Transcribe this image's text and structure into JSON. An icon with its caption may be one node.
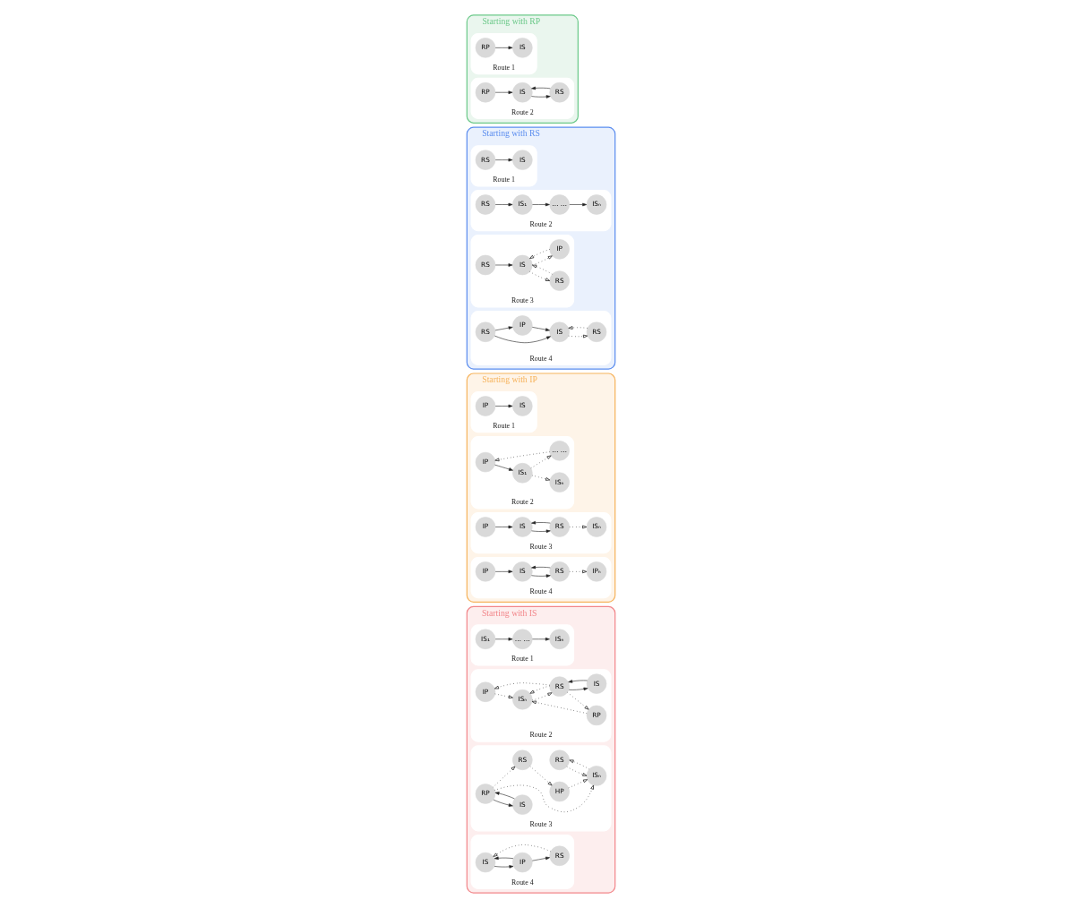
{
  "diagram": {
    "nodes": [
      {
        "text": [
          "Starting with IS"
        ]
      },
      {
        "text": [
          "Route 1"
        ],
        "in": 0
      },
      {
        "text": [
          "IS₁"
        ],
        "in": 1
      },
      {
        "text": [
          "… …"
        ],
        "in": 1
      },
      {
        "text": [
          "ISₙ"
        ],
        "in": 1
      },
      {
        "text": [
          "Route 2"
        ],
        "in": 0
      },
      {
        "text": [
          "IP"
        ],
        "in": 5
      },
      {
        "text": [
          "IS"
        ],
        "in": 5
      },
      {
        "text": [
          "RS"
        ],
        "in": 5
      },
      {
        "text": [
          "ISₙ"
        ],
        "in": 5
      },
      {
        "text": [
          "RP"
        ],
        "in": 5
      },
      {
        "text": [
          "Route 3"
        ],
        "in": 0
      },
      {
        "text": [
          "RS"
        ],
        "in": 11
      },
      {
        "text": [
          "IS"
        ],
        "in": 11
      },
      {
        "text": [
          "RP"
        ],
        "in": 11
      },
      {
        "text": [
          "ISₙ"
        ],
        "in": 11
      },
      {
        "text": [
          "RS"
        ],
        "in": 11
      },
      {
        "text": [
          "HP"
        ],
        "in": 11
      },
      {
        "text": [
          "Route 4"
        ],
        "in": 0
      },
      {
        "text": [
          "IS"
        ],
        "in": 18
      },
      {
        "text": [
          "IP"
        ],
        "in": 18
      },
      {
        "text": [
          "RS"
        ],
        "in": 18
      },
      {
        "text": [
          "Starting with IP"
        ]
      },
      {
        "text": [
          "Route 1"
        ],
        "in": 22
      },
      {
        "text": [
          "IP"
        ],
        "in": 23
      },
      {
        "text": [
          "IS"
        ],
        "in": 23
      },
      {
        "text": [
          "Route 2"
        ],
        "in": 22
      },
      {
        "text": [
          "IP"
        ],
        "in": 26
      },
      {
        "text": [
          "IS₁"
        ],
        "in": 26
      },
      {
        "text": [
          "ISₙ"
        ],
        "in": 26
      },
      {
        "text": [
          "… …"
        ],
        "in": 26
      },
      {
        "text": [
          "Route 3"
        ],
        "in": 22
      },
      {
        "text": [
          "IP"
        ],
        "in": 31
      },
      {
        "text": [
          "IS"
        ],
        "in": 31
      },
      {
        "text": [
          "RS"
        ],
        "in": 31
      },
      {
        "text": [
          "ISₙ"
        ],
        "in": 31
      },
      {
        "text": [
          "Route 4"
        ],
        "in": 22
      },
      {
        "text": [
          "IP"
        ],
        "in": 36
      },
      {
        "text": [
          "IS"
        ],
        "in": 36
      },
      {
        "text": [
          "RS"
        ],
        "in": 36
      },
      {
        "text": [
          "IPₙ"
        ],
        "in": 36
      },
      {
        "text": [
          "Starting with RS"
        ]
      },
      {
        "text": [
          "Route 1"
        ],
        "in": 41
      },
      {
        "text": [
          "RS"
        ],
        "in": 42
      },
      {
        "text": [
          "IS"
        ],
        "in": 42
      },
      {
        "text": [
          "Route 2"
        ],
        "in": 41
      },
      {
        "text": [
          "RS"
        ],
        "in": 45
      },
      {
        "text": [
          "IS₁"
        ],
        "in": 45
      },
      {
        "text": [
          "… …"
        ],
        "in": 45
      },
      {
        "text": [
          "ISₙ"
        ],
        "in": 45
      },
      {
        "text": [
          "Route 3"
        ],
        "in": 41
      },
      {
        "text": [
          "RS"
        ],
        "in": 50
      },
      {
        "text": [
          "IS"
        ],
        "in": 50
      },
      {
        "text": [
          "RS"
        ],
        "in": 50
      },
      {
        "text": [
          "IP"
        ],
        "in": 50
      },
      {
        "text": [
          "Route 4"
        ],
        "in": 41
      },
      {
        "text": [
          "RS"
        ],
        "in": 55
      },
      {
        "text": [
          "IS"
        ],
        "in": 55
      },
      {
        "text": [
          "RS"
        ],
        "in": 55
      },
      {
        "text": [
          "IP"
        ],
        "in": 55
      },
      {
        "text": [
          "Starting with RP"
        ]
      },
      {
        "text": [
          "Route 1"
        ],
        "in": 60
      },
      {
        "text": [
          "RP"
        ],
        "in": 61
      },
      {
        "text": [
          "IS"
        ],
        "in": 61
      },
      {
        "text": [
          "Route 2"
        ],
        "in": 60
      },
      {
        "text": [
          "RP"
        ],
        "in": 64
      },
      {
        "text": [
          "IS"
        ],
        "in": 64
      },
      {
        "text": [
          "RS"
        ],
        "in": 64
      }
    ],
    "edges": [
      {
        "from": 2,
        "to": 3,
        "arrow": "to"
      },
      {
        "from": 3,
        "to": 4,
        "arrow": "to"
      },
      {
        "from": 7,
        "to": 8,
        "arrow": "to"
      },
      {
        "from": 8,
        "to": 7,
        "arrow": "to"
      },
      {
        "from": 8,
        "to": 6,
        "arrow": "to",
        "style": "dashed"
      },
      {
        "from": 6,
        "to": 9,
        "arrow": "to",
        "style": "dashed"
      },
      {
        "from": 8,
        "to": 9,
        "arrow": "to",
        "style": "dashed"
      },
      {
        "from": 9,
        "to": 8,
        "arrow": "to",
        "style": "dashed"
      },
      {
        "from": 8,
        "to": 10,
        "arrow": "to",
        "style": "dashed"
      },
      {
        "from": 10,
        "to": 9,
        "arrow": "to",
        "style": "dashed"
      },
      {
        "from": 13,
        "to": 14,
        "arrow": "to"
      },
      {
        "from": 14,
        "to": 13,
        "arrow": "to"
      },
      {
        "from": 14,
        "to": 15,
        "arrow": "to",
        "style": "dashed"
      },
      {
        "from": 15,
        "to": 12,
        "arrow": "to",
        "style": "dashed"
      },
      {
        "from": 12,
        "to": 15,
        "arrow": "to",
        "style": "dashed"
      },
      {
        "from": 14,
        "to": 16,
        "arrow": "to",
        "style": "dashed"
      },
      {
        "from": 16,
        "to": 17,
        "arrow": "to",
        "style": "dashed"
      },
      {
        "from": 17,
        "to": 15,
        "arrow": "to",
        "style": "dashed"
      },
      {
        "from": 19,
        "to": 20,
        "arrow": "to"
      },
      {
        "from": 20,
        "to": 19,
        "arrow": "to"
      },
      {
        "from": 20,
        "to": 21,
        "arrow": "to"
      },
      {
        "from": 21,
        "to": 19,
        "arrow": "to",
        "style": "dashed"
      },
      {
        "from": 24,
        "to": 25,
        "arrow": "to"
      },
      {
        "from": 27,
        "to": 28,
        "arrow": "to"
      },
      {
        "from": 28,
        "to": 29,
        "arrow": "to",
        "style": "dashed"
      },
      {
        "from": 28,
        "to": 30,
        "arrow": "to",
        "style": "dashed"
      },
      {
        "from": 30,
        "to": 27,
        "arrow": "to",
        "style": "dashed"
      },
      {
        "from": 32,
        "to": 33,
        "arrow": "to"
      },
      {
        "from": 33,
        "to": 34,
        "arrow": "to"
      },
      {
        "from": 34,
        "to": 33,
        "arrow": "to"
      },
      {
        "from": 34,
        "to": 35,
        "arrow": "to",
        "style": "dashed"
      },
      {
        "from": 37,
        "to": 38,
        "arrow": "to"
      },
      {
        "from": 38,
        "to": 39,
        "arrow": "to"
      },
      {
        "from": 39,
        "to": 38,
        "arrow": "to"
      },
      {
        "from": 39,
        "to": 40,
        "arrow": "to",
        "style": "dashed"
      },
      {
        "from": 43,
        "to": 44,
        "arrow": "to"
      },
      {
        "from": 46,
        "to": 47,
        "arrow": "to"
      },
      {
        "from": 47,
        "to": 48,
        "arrow": "to"
      },
      {
        "from": 48,
        "to": 49,
        "arrow": "to"
      },
      {
        "from": 51,
        "to": 52,
        "arrow": "to"
      },
      {
        "from": 52,
        "to": 53,
        "arrow": "to",
        "style": "dashed"
      },
      {
        "from": 53,
        "to": 52,
        "arrow": "to",
        "style": "dashed"
      },
      {
        "from": 54,
        "to": 52,
        "arrow": "to",
        "style": "dashed"
      },
      {
        "from": 52,
        "to": 54,
        "arrow": "to",
        "style": "dashed"
      },
      {
        "from": 56,
        "to": 57,
        "arrow": "to"
      },
      {
        "from": 57,
        "to": 58,
        "arrow": "to",
        "style": "dashed"
      },
      {
        "from": 58,
        "to": 57,
        "arrow": "to",
        "style": "dashed"
      },
      {
        "from": 56,
        "to": 59,
        "arrow": "to"
      },
      {
        "from": 59,
        "to": 57,
        "arrow": "to"
      },
      {
        "from": 62,
        "to": 63,
        "arrow": "to"
      },
      {
        "from": 65,
        "to": 66,
        "arrow": "to"
      },
      {
        "from": 67,
        "to": 66,
        "arrow": "to"
      },
      {
        "from": 66,
        "to": 67,
        "arrow": "to"
      }
    ]
  }
}
